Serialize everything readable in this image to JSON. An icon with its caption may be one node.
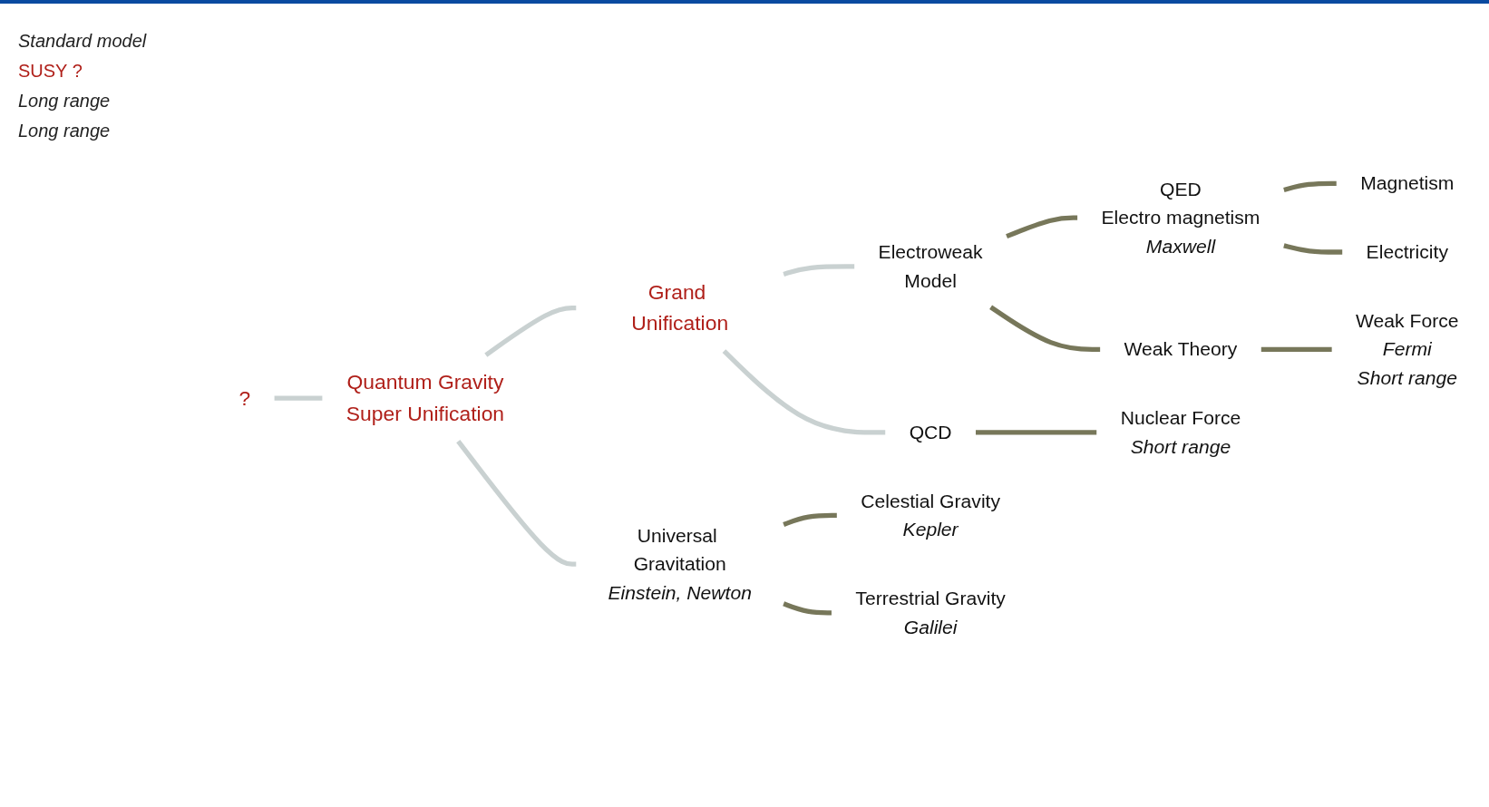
{
  "diagram": {
    "nodes": [
      {
        "text": [
          "?"
        ]
      },
      {
        "text": [
          "Quantum Gravity",
          "Super Unification"
        ]
      },
      {
        "text": [
          "Grand Unification"
        ]
      },
      {
        "text": [
          "Electroweak",
          "Model"
        ]
      },
      {
        "text": [
          "QCD"
        ]
      },
      {
        "text": [
          "QED",
          "Electro magnetism"
        ],
        "beside": [
          "Maxwell"
        ]
      },
      {
        "text": [
          "Weak Theory"
        ]
      },
      {
        "text": [
          "Magnetism"
        ]
      },
      {
        "text": [
          "Electricity"
        ]
      },
      {
        "text": [
          "Weak Force"
        ],
        "beside": [
          "Fermi",
          "Short range"
        ]
      },
      {
        "text": [
          "Nuclear Force"
        ],
        "beside": [
          "Short range"
        ]
      },
      {
        "text": [
          "Universal Gravitation"
        ],
        "beside": [
          "Einstein, Newton"
        ]
      },
      {
        "text": [
          "Celestial Gravity"
        ],
        "beside": [
          "Kepler"
        ]
      },
      {
        "text": [
          "Terrestrial Gravity"
        ],
        "beside": [
          "Galilei"
        ]
      }
    ],
    "edges": [
      {
        "from": 0,
        "to": 1,
        "arrow": "none",
        "color": "#c9d1d1"
      },
      {
        "from": 1,
        "to": 2,
        "arrow": "none",
        "color": "#c9d1d1"
      },
      {
        "from": 1,
        "to": 11,
        "arrow": "none",
        "color": "#c9d1d1"
      },
      {
        "from": 2,
        "to": 3,
        "arrow": "none",
        "color": "#c9d1d1"
      },
      {
        "from": 2,
        "to": 4,
        "arrow": "none",
        "color": "#c9d1d1"
      },
      {
        "from": 3,
        "to": 5,
        "arrow": "none"
      },
      {
        "from": 3,
        "to": 6,
        "arrow": "none"
      },
      {
        "from": 5,
        "to": 7,
        "arrow": "none"
      },
      {
        "from": 5,
        "to": 8,
        "arrow": "none"
      },
      {
        "from": 6,
        "to": 9,
        "arrow": "none"
      },
      {
        "from": 4,
        "to": 10,
        "arrow": "none"
      },
      {
        "from": 11,
        "to": 12,
        "arrow": "none"
      },
      {
        "from": 11,
        "to": 13,
        "arrow": "none"
      }
    ],
    "labels": [
      "Standard model",
      "SUSY ?",
      "Long range",
      "Long range"
    ]
  }
}
